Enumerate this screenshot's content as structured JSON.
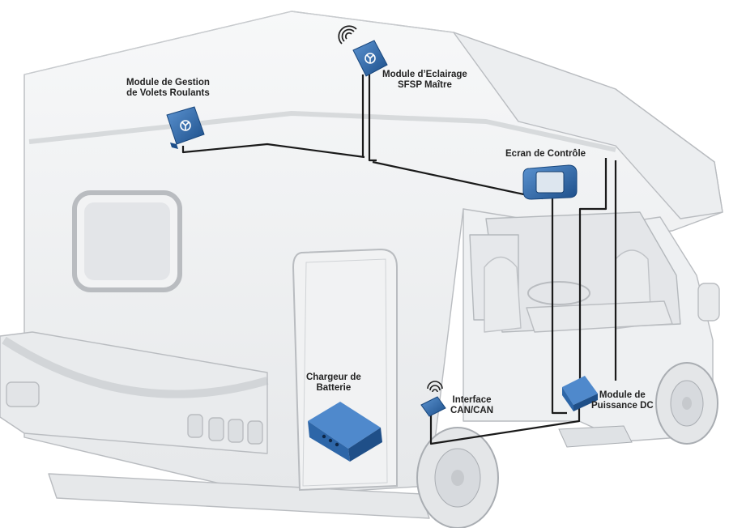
{
  "colors": {
    "module_blue": "#2f6db3",
    "module_blue_dark": "#1d4f8a",
    "module_blue_light": "#5b93d1",
    "wire": "#1a1a1a",
    "body_fill": "#f0f1f2",
    "body_stroke": "#b9bcc0",
    "glass": "#e4e6e9"
  },
  "icons": [
    "wireless-signal-icon",
    "module-logo-icon"
  ],
  "labels": {
    "shutter_module": {
      "line1": "Module de Gestion",
      "line2": "de Volets Roulants"
    },
    "lighting_module": {
      "line1": "Module d’Eclairage",
      "line2": "SFSP Maître"
    },
    "control_screen": {
      "line1": "Ecran de Contrôle"
    },
    "battery_charger": {
      "line1": "Chargeur de",
      "line2": "Batterie"
    },
    "can_interface": {
      "line1": "Interface",
      "line2": "CAN/CAN"
    },
    "dc_power_module": {
      "line1": "Module de",
      "line2": "Puissance DC"
    }
  }
}
